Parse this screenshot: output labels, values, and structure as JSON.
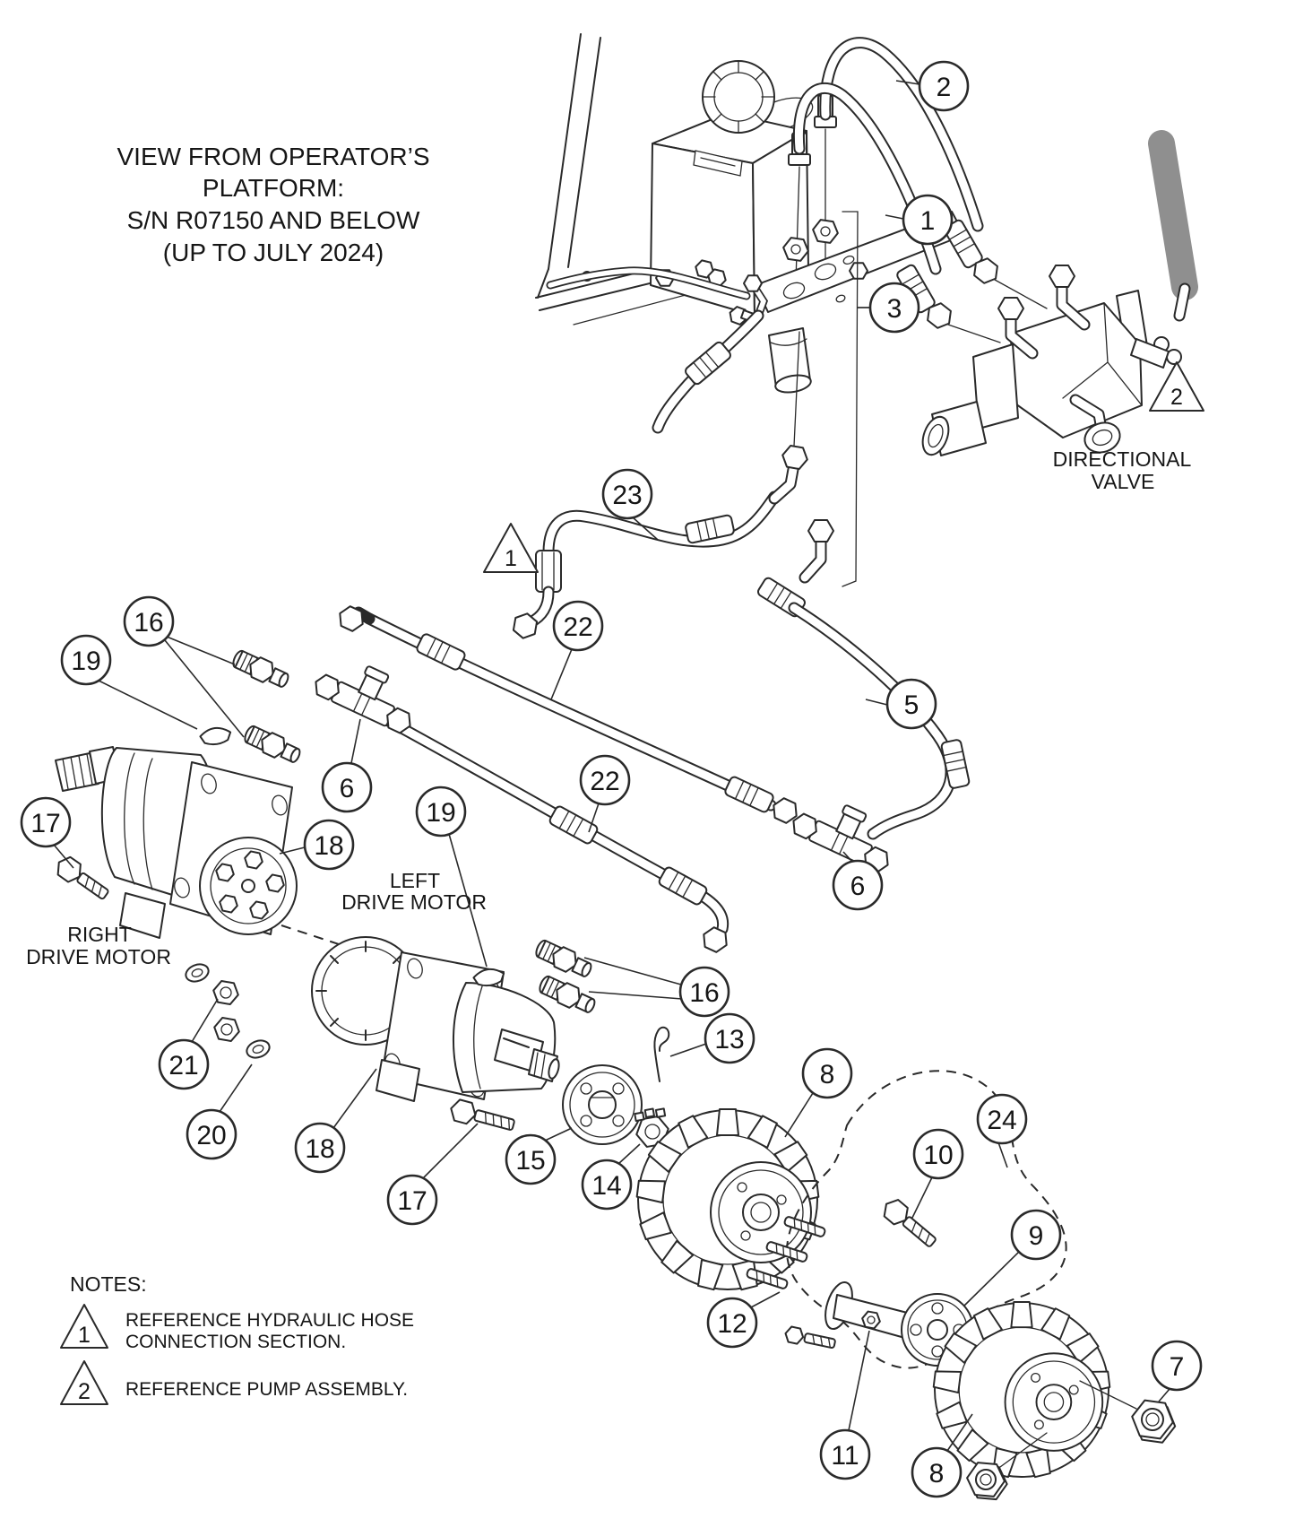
{
  "title": {
    "line1": "VIEW FROM OPERATOR’S",
    "line2": "PLATFORM:",
    "line3": "S/N R07150 AND BELOW",
    "line4": "(UP TO JULY 2024)"
  },
  "labels": {
    "directional_valve_line1": "DIRECTIONAL",
    "directional_valve_line2": "VALVE",
    "right_motor_line1": "RIGHT",
    "right_motor_line2": "DRIVE MOTOR",
    "left_motor_line1": "LEFT",
    "left_motor_line2": "DRIVE MOTOR"
  },
  "notes": {
    "heading": "NOTES:",
    "item1_marker": "1",
    "item1_line1": "REFERENCE HYDRAULIC HOSE",
    "item1_line2": "CONNECTION SECTION.",
    "item2_marker": "2",
    "item2_line1": "REFERENCE PUMP ASSEMBLY."
  },
  "warnings": [
    {
      "label": "1"
    },
    {
      "label": "2"
    }
  ],
  "callouts": [
    {
      "label": "2"
    },
    {
      "label": "1"
    },
    {
      "label": "3"
    },
    {
      "label": "23"
    },
    {
      "label": "16"
    },
    {
      "label": "22"
    },
    {
      "label": "19"
    },
    {
      "label": "5"
    },
    {
      "label": "22"
    },
    {
      "label": "6"
    },
    {
      "label": "19"
    },
    {
      "label": "17"
    },
    {
      "label": "18"
    },
    {
      "label": "6"
    },
    {
      "label": "16"
    },
    {
      "label": "13"
    },
    {
      "label": "21"
    },
    {
      "label": "8"
    },
    {
      "label": "24"
    },
    {
      "label": "20"
    },
    {
      "label": "18"
    },
    {
      "label": "10"
    },
    {
      "label": "15"
    },
    {
      "label": "14"
    },
    {
      "label": "17"
    },
    {
      "label": "9"
    },
    {
      "label": "12"
    },
    {
      "label": "7"
    },
    {
      "label": "11"
    },
    {
      "label": "8"
    }
  ],
  "colors": {
    "line": "#2a2a2a",
    "background": "#ffffff",
    "lever_handle": "#8f8f8f"
  }
}
